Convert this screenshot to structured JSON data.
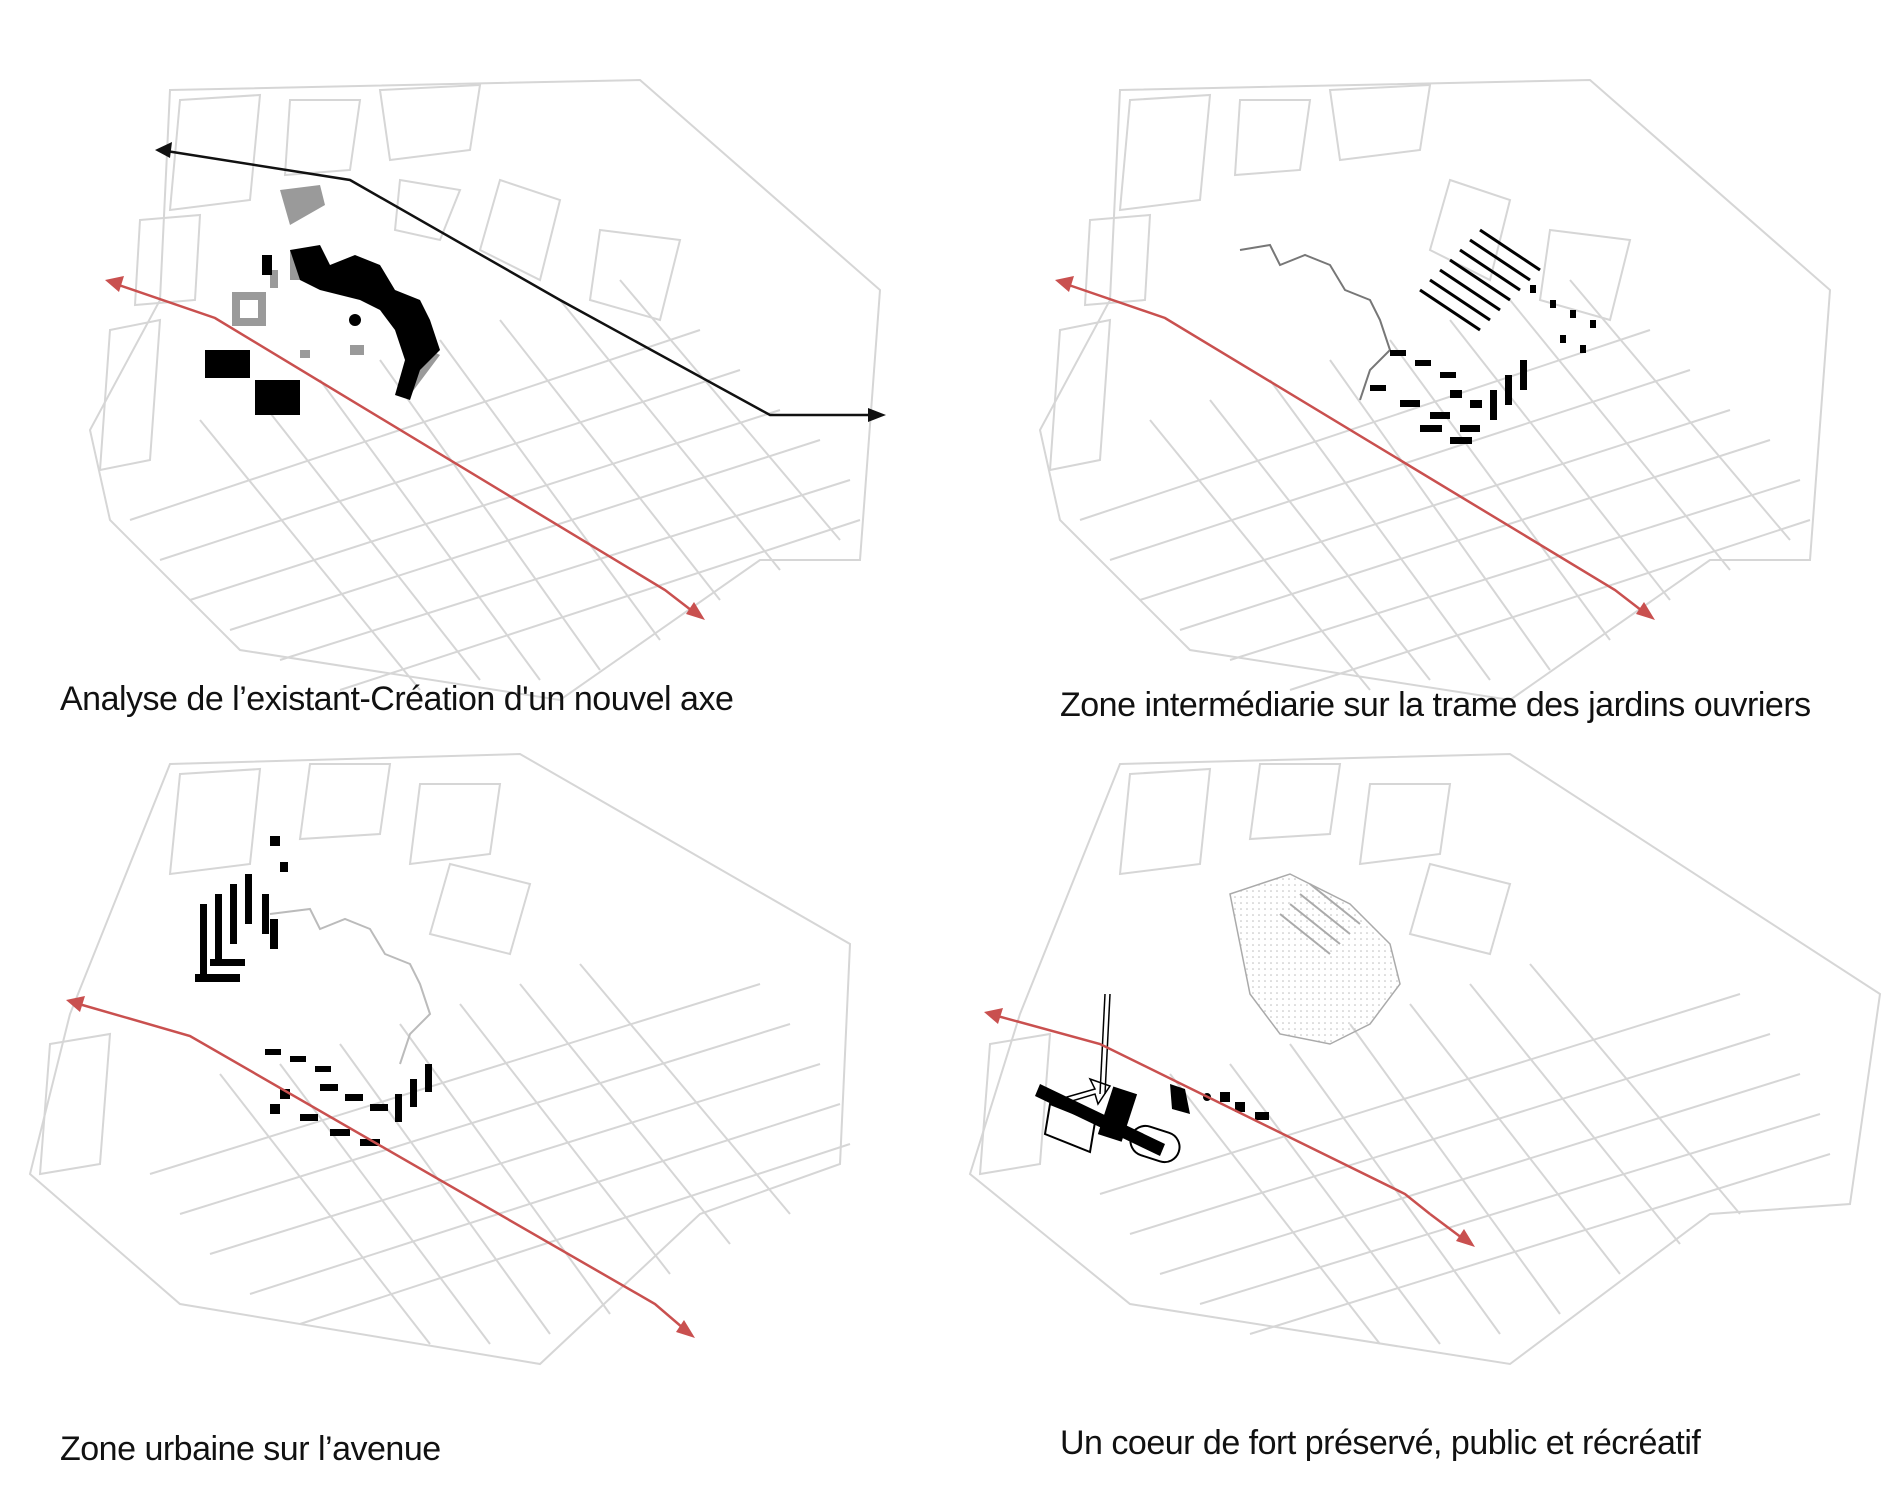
{
  "panels": [
    {
      "id": "p1",
      "caption": "Analyse de l’existant-Création d'un nouvel axe"
    },
    {
      "id": "p2",
      "caption": "Zone intermédiarie sur la trame des jardins ouvriers"
    },
    {
      "id": "p3",
      "caption": "Zone urbaine sur l’avenue"
    },
    {
      "id": "p4",
      "caption": "Un coeur de fort préservé, public et récréatif"
    }
  ],
  "colors": {
    "axis_red": "#c9504f",
    "new_axis_black": "#111111",
    "existing_grey": "#9a9a9a",
    "basemap_line": "#d6d6d6",
    "building_black": "#000000"
  }
}
